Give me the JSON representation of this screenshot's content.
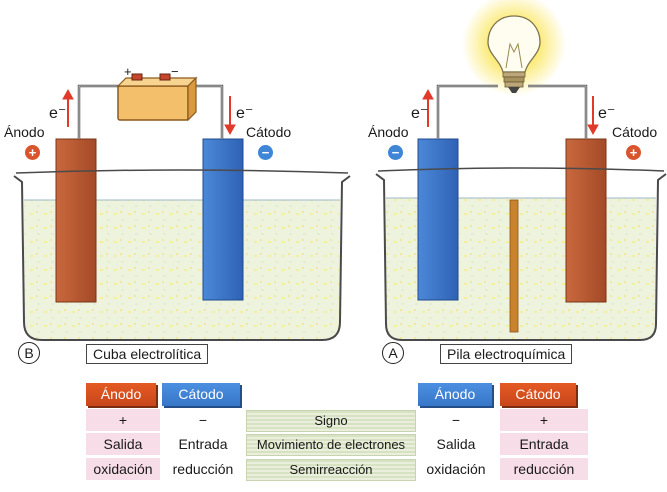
{
  "left_cell": {
    "anode_label": "Ánodo",
    "cathode_label": "Cátodo",
    "anode_sign": "+",
    "cathode_sign": "−",
    "electron_left": "e⁻",
    "electron_right": "e⁻",
    "battery_plus": "+",
    "battery_minus": "−",
    "letter": "B",
    "caption": "Cuba electrolítica"
  },
  "right_cell": {
    "anode_label": "Ánodo",
    "cathode_label": "Cátodo",
    "anode_sign": "−",
    "cathode_sign": "+",
    "electron_left": "e⁻",
    "electron_right": "e⁻",
    "letter": "A",
    "caption": "Pila electroquímica"
  },
  "table": {
    "left": {
      "headers": [
        "Ánodo",
        "Cátodo"
      ],
      "sign": [
        "+",
        "−"
      ],
      "electrons": [
        "Salida",
        "Entrada"
      ],
      "reaction": [
        "oxidación",
        "reducción"
      ]
    },
    "middle": [
      "Signo",
      "Movimiento de electrones",
      "Semirreacción"
    ],
    "right": {
      "headers": [
        "Ánodo",
        "Cátodo"
      ],
      "sign": [
        "−",
        "+"
      ],
      "electrons": [
        "Salida",
        "Entrada"
      ],
      "reaction": [
        "oxidación",
        "reducción"
      ]
    }
  },
  "colors": {
    "copper_electrode": "#b85a34",
    "blue_electrode": "#3f78cc",
    "water": "#eef3de",
    "glass": "#555555",
    "header_orange": "#d9502a",
    "header_blue": "#4282d4",
    "pink_cell": "#f7dde7"
  }
}
